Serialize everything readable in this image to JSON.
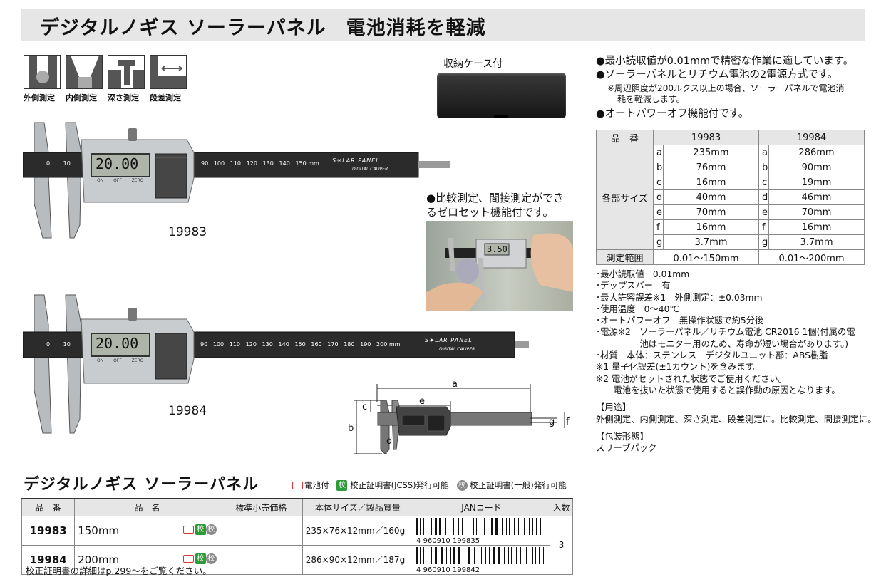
{
  "title": "デジタルノギス ソーラーパネル　電池消耗を軽減",
  "measure_icons": [
    {
      "label": "外側測定",
      "icon": "outside-measurement-icon"
    },
    {
      "label": "内側測定",
      "icon": "inside-measurement-icon"
    },
    {
      "label": "深さ測定",
      "icon": "depth-measurement-icon"
    },
    {
      "label": "段差測定",
      "icon": "step-measurement-icon"
    }
  ],
  "caliper_top": {
    "model": "19983",
    "display": "20.00",
    "panel_text": "S☀LAR PANEL",
    "sub_text": "DIGITAL CALIPER",
    "scale": [
      "0",
      "10",
      "90",
      "100",
      "110",
      "120",
      "130",
      "140",
      "150 mm"
    ],
    "buttons": [
      "ON",
      "OFF",
      "ZERO"
    ]
  },
  "caliper_bottom": {
    "model": "19984",
    "display": "20.00",
    "panel_text": "S☀LAR PANEL",
    "sub_text": "DIGITAL CALIPER",
    "scale": [
      "0",
      "10",
      "90",
      "100",
      "110",
      "120",
      "130",
      "140",
      "150",
      "160",
      "170",
      "180",
      "190",
      "200 mm"
    ],
    "buttons": [
      "ON",
      "OFF",
      "ZERO"
    ]
  },
  "case_label": "収納ケース付",
  "compare_note": [
    "●比較測定、間接測定ができ",
    "るゼロセット機能付です。"
  ],
  "photo_display": "3.50",
  "features": [
    "●最小読取値が0.01mmで精密な作業に適しています。",
    "●ソーラーパネルとリチウム電池の2電源方式です。"
  ],
  "feature_sub": [
    "※周辺照度が200ルクス以上の場合、ソーラーパネルで電池消",
    "耗を軽減します。"
  ],
  "feature_last": "●オートパワーオフ機能付です。",
  "spec_table": {
    "h_label": "品　番",
    "models": [
      "19983",
      "19984"
    ],
    "size_label": "各部サイズ",
    "rows": [
      {
        "k": "a",
        "v1": "235mm",
        "v2": "286mm"
      },
      {
        "k": "b",
        "v1": "76mm",
        "v2": "90mm"
      },
      {
        "k": "c",
        "v1": "16mm",
        "v2": "19mm"
      },
      {
        "k": "d",
        "v1": "40mm",
        "v2": "46mm"
      },
      {
        "k": "e",
        "v1": "70mm",
        "v2": "70mm"
      },
      {
        "k": "f",
        "v1": "16mm",
        "v2": "16mm"
      },
      {
        "k": "g",
        "v1": "3.7mm",
        "v2": "3.7mm"
      }
    ],
    "range_label": "測定範囲",
    "ranges": [
      "0.01～150mm",
      "0.01～200mm"
    ]
  },
  "specs": [
    "･最小読取値　0.01mm",
    "･デップスバー　有",
    "･最大許容誤差※1　外側測定：±0.03mm",
    "･使用温度　0～40℃",
    "･オートパワーオフ　無操作状態で約5分後",
    "･電源※2　ソーラーパネル／リチウム電池 CR2016 1個(付属の電",
    "　　　　　池はモニター用のため、寿命が短い場合があります。)",
    "･材質　本体：ステンレス　デジタルユニット部：ABS樹脂",
    "※1 量子化誤差(±1カウント)を含みます。",
    "※2 電池がセットされた状態でご使用ください。",
    "　　電池を抜いた状態で使用すると誤作動の原因となります。"
  ],
  "usage": {
    "title": "【用途】",
    "text": "外側測定、内側測定、深さ測定、段差測定に。比較測定、間接測定に。"
  },
  "package": {
    "title": "【包装形態】",
    "text": "スリーブパック"
  },
  "dim_labels": [
    "a",
    "b",
    "c",
    "d",
    "e",
    "f",
    "g"
  ],
  "product_title": "デジタルノギス ソーラーパネル",
  "legend": {
    "battery": "電池付",
    "jcss": "校正証明書(JCSS)発行可能",
    "general": "校正証明書(一般)発行可能",
    "badge_char": "校"
  },
  "product_table": {
    "headers": [
      "品　番",
      "品　名",
      "標準小売価格",
      "本体サイズ／製品質量",
      "JANコード",
      "入数"
    ],
    "rows": [
      {
        "code": "19983",
        "name": "150mm",
        "price": "",
        "size": "235×76×12mm／160g",
        "jan": "4 960910 199835"
      },
      {
        "code": "19984",
        "name": "200mm",
        "price": "",
        "size": "286×90×12mm／187g",
        "jan": "4 960910 199842"
      }
    ],
    "qty": "3"
  },
  "footnote": "校正証明書の詳細はp.299～をご覧ください。"
}
